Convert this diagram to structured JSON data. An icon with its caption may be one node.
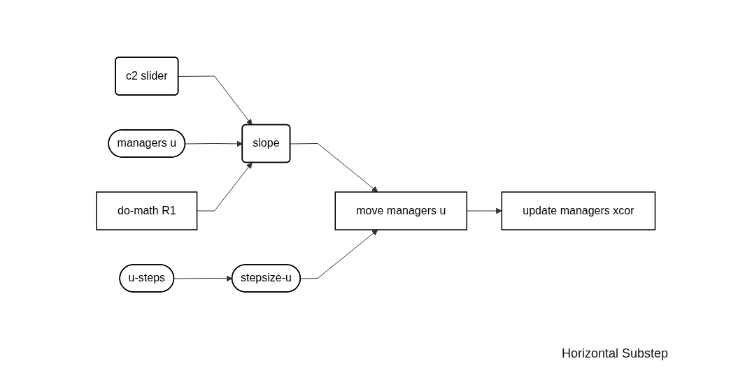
{
  "diagram": {
    "nodes": [
      {
        "text": [
          "c2 slider"
        ]
      },
      {
        "text": [
          "slope"
        ]
      },
      {
        "text": [
          "managers u"
        ]
      },
      {
        "text": [
          "do-math R1"
        ]
      },
      {
        "text": [
          "move managers u"
        ]
      },
      {
        "text": [
          "update managers xcor"
        ]
      },
      {
        "text": [
          "u-steps"
        ]
      },
      {
        "text": [
          "stepsize-u"
        ]
      }
    ],
    "edges": [
      {
        "from": 0,
        "to": 1,
        "arrow": "to"
      },
      {
        "from": 2,
        "to": 1,
        "arrow": "to"
      },
      {
        "from": 3,
        "to": 1,
        "arrow": "to"
      },
      {
        "from": 1,
        "to": 4,
        "arrow": "to"
      },
      {
        "from": 4,
        "to": 5,
        "arrow": "to"
      },
      {
        "from": 6,
        "to": 7,
        "arrow": "to"
      },
      {
        "from": 7,
        "to": 4,
        "arrow": "to"
      }
    ],
    "labels": [
      "Horizontal Substep"
    ]
  }
}
